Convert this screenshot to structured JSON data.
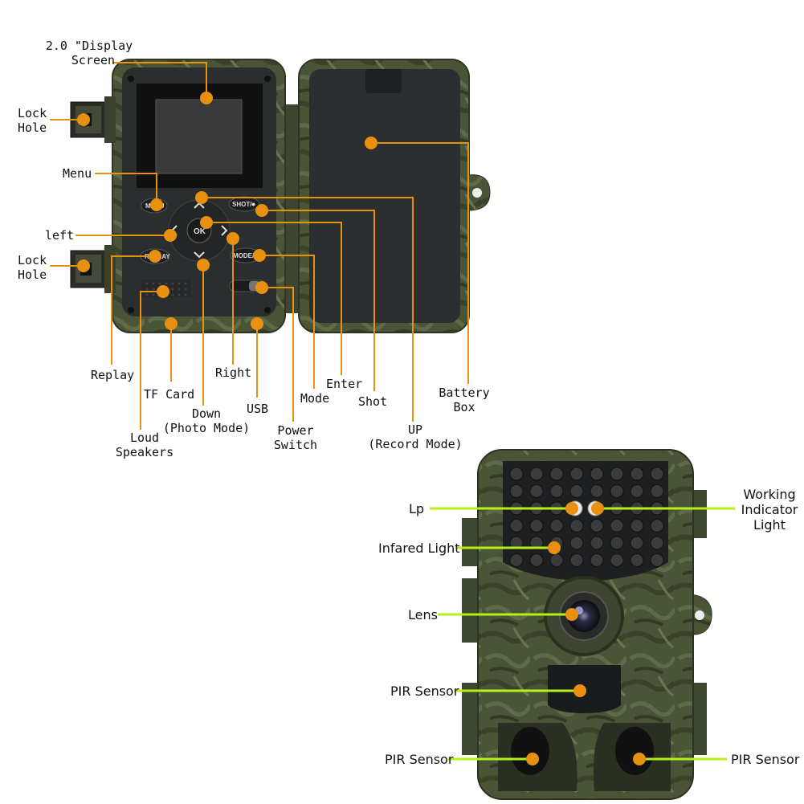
{
  "colors": {
    "callout_orange": "#e8900f",
    "callout_lime": "#b6ef1a",
    "camo_green": "#4e5a3a",
    "panel_dark": "#2b2e2f",
    "screen_dark": "#222222"
  },
  "back_view": {
    "display": {
      "line1": "2.0 \"Display",
      "line2": "Screen"
    },
    "lock_top": {
      "line1": "Lock",
      "line2": "Hole"
    },
    "lock_bottom": {
      "line1": "Lock",
      "line2": "Hole"
    },
    "menu": "Menu",
    "left": "left",
    "replay": "Replay",
    "tf_card": "TF Card",
    "loud_speakers": {
      "line1": "Loud",
      "line2": "Speakers"
    },
    "down": {
      "line1": "Down",
      "line2": "(Photo Mode)"
    },
    "right": "Right",
    "usb": "USB",
    "power_switch": {
      "line1": "Power",
      "line2": "Switch"
    },
    "mode": "Mode",
    "enter": "Enter",
    "shot": "Shot",
    "up": {
      "line1": "UP",
      "line2": "(Record Mode)"
    },
    "battery_box": {
      "line1": "Battery",
      "line2": "Box"
    }
  },
  "buttons": {
    "menu": "MENU",
    "ok": "OK",
    "shot": "SHOT/⏺",
    "mode": "MODE/⏻",
    "replay": "REPLAY"
  },
  "front_view": {
    "lp": "Lp",
    "working_indicator": {
      "line1": "Working",
      "line2": "Indicator",
      "line3": "Light"
    },
    "infrared": "Infared Light",
    "lens": "Lens",
    "pir_center": "PIR Sensor",
    "pir_left": "PIR Sensor",
    "pir_right": "PIR Sensor"
  }
}
